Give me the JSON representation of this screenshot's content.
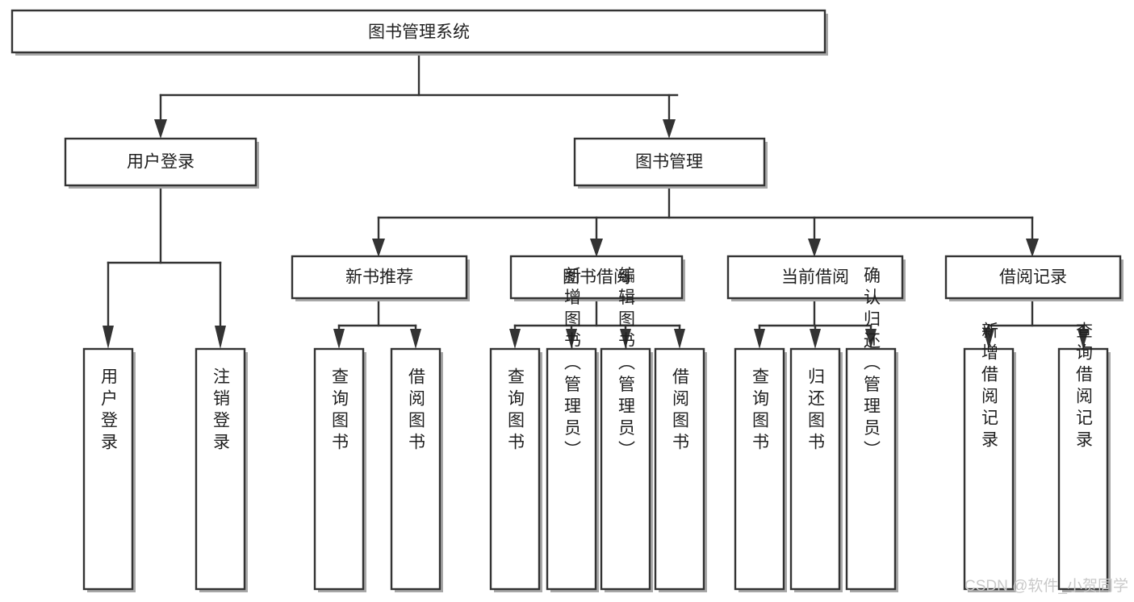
{
  "diagram": {
    "title": "图书管理系统",
    "type": "hierarchy-tree",
    "root": {
      "id": "root",
      "label": "图书管理系统",
      "orientation": "horizontal"
    },
    "level2": [
      {
        "id": "user-login",
        "label": "用户登录",
        "orientation": "horizontal"
      },
      {
        "id": "book-manage",
        "label": "图书管理",
        "orientation": "horizontal"
      }
    ],
    "level3": [
      {
        "id": "new-book-recommend",
        "label": "新书推荐",
        "parent": "book-manage",
        "orientation": "horizontal"
      },
      {
        "id": "book-borrow",
        "label": "图书借阅",
        "parent": "book-manage",
        "orientation": "horizontal"
      },
      {
        "id": "current-borrow",
        "label": "当前借阅",
        "parent": "book-manage",
        "orientation": "horizontal"
      },
      {
        "id": "borrow-record",
        "label": "借阅记录",
        "parent": "book-manage",
        "orientation": "horizontal"
      }
    ],
    "leaves": [
      {
        "id": "leaf-user-login",
        "label": "用户登录",
        "parent": "user-login",
        "orientation": "vertical"
      },
      {
        "id": "leaf-user-logout",
        "label": "注销登录",
        "parent": "user-login",
        "orientation": "vertical"
      },
      {
        "id": "leaf-query-book-1",
        "label": "查询图书",
        "parent": "new-book-recommend",
        "orientation": "vertical"
      },
      {
        "id": "leaf-borrow-book-1",
        "label": "借阅图书",
        "parent": "new-book-recommend",
        "orientation": "vertical"
      },
      {
        "id": "leaf-query-book-2",
        "label": "查询图书",
        "parent": "book-borrow",
        "orientation": "vertical"
      },
      {
        "id": "leaf-add-book",
        "label": "新增图书（管理员）",
        "parent": "book-borrow",
        "orientation": "vertical"
      },
      {
        "id": "leaf-edit-book",
        "label": "编辑图书（管理员）",
        "parent": "book-borrow",
        "orientation": "vertical"
      },
      {
        "id": "leaf-borrow-book-2",
        "label": "借阅图书",
        "parent": "book-borrow",
        "orientation": "vertical"
      },
      {
        "id": "leaf-query-book-3",
        "label": "查询图书",
        "parent": "current-borrow",
        "orientation": "vertical"
      },
      {
        "id": "leaf-return-book",
        "label": "归还图书",
        "parent": "current-borrow",
        "orientation": "vertical"
      },
      {
        "id": "leaf-confirm-return",
        "label": "确认归还（管理员）",
        "parent": "current-borrow",
        "orientation": "vertical"
      },
      {
        "id": "leaf-add-record",
        "label": "新增借阅记录",
        "parent": "borrow-record",
        "orientation": "vertical"
      },
      {
        "id": "leaf-query-record",
        "label": "查询借阅记录",
        "parent": "borrow-record",
        "orientation": "vertical"
      }
    ],
    "colors": {
      "box_fill": "#ffffff",
      "box_stroke": "#333333",
      "text": "#1f1f1f",
      "shadow": "#a8a8a8",
      "watermark": "#c9c9c9",
      "background": "#ffffff"
    }
  },
  "watermark": {
    "label": "CSDN @软件_小贺同学"
  }
}
